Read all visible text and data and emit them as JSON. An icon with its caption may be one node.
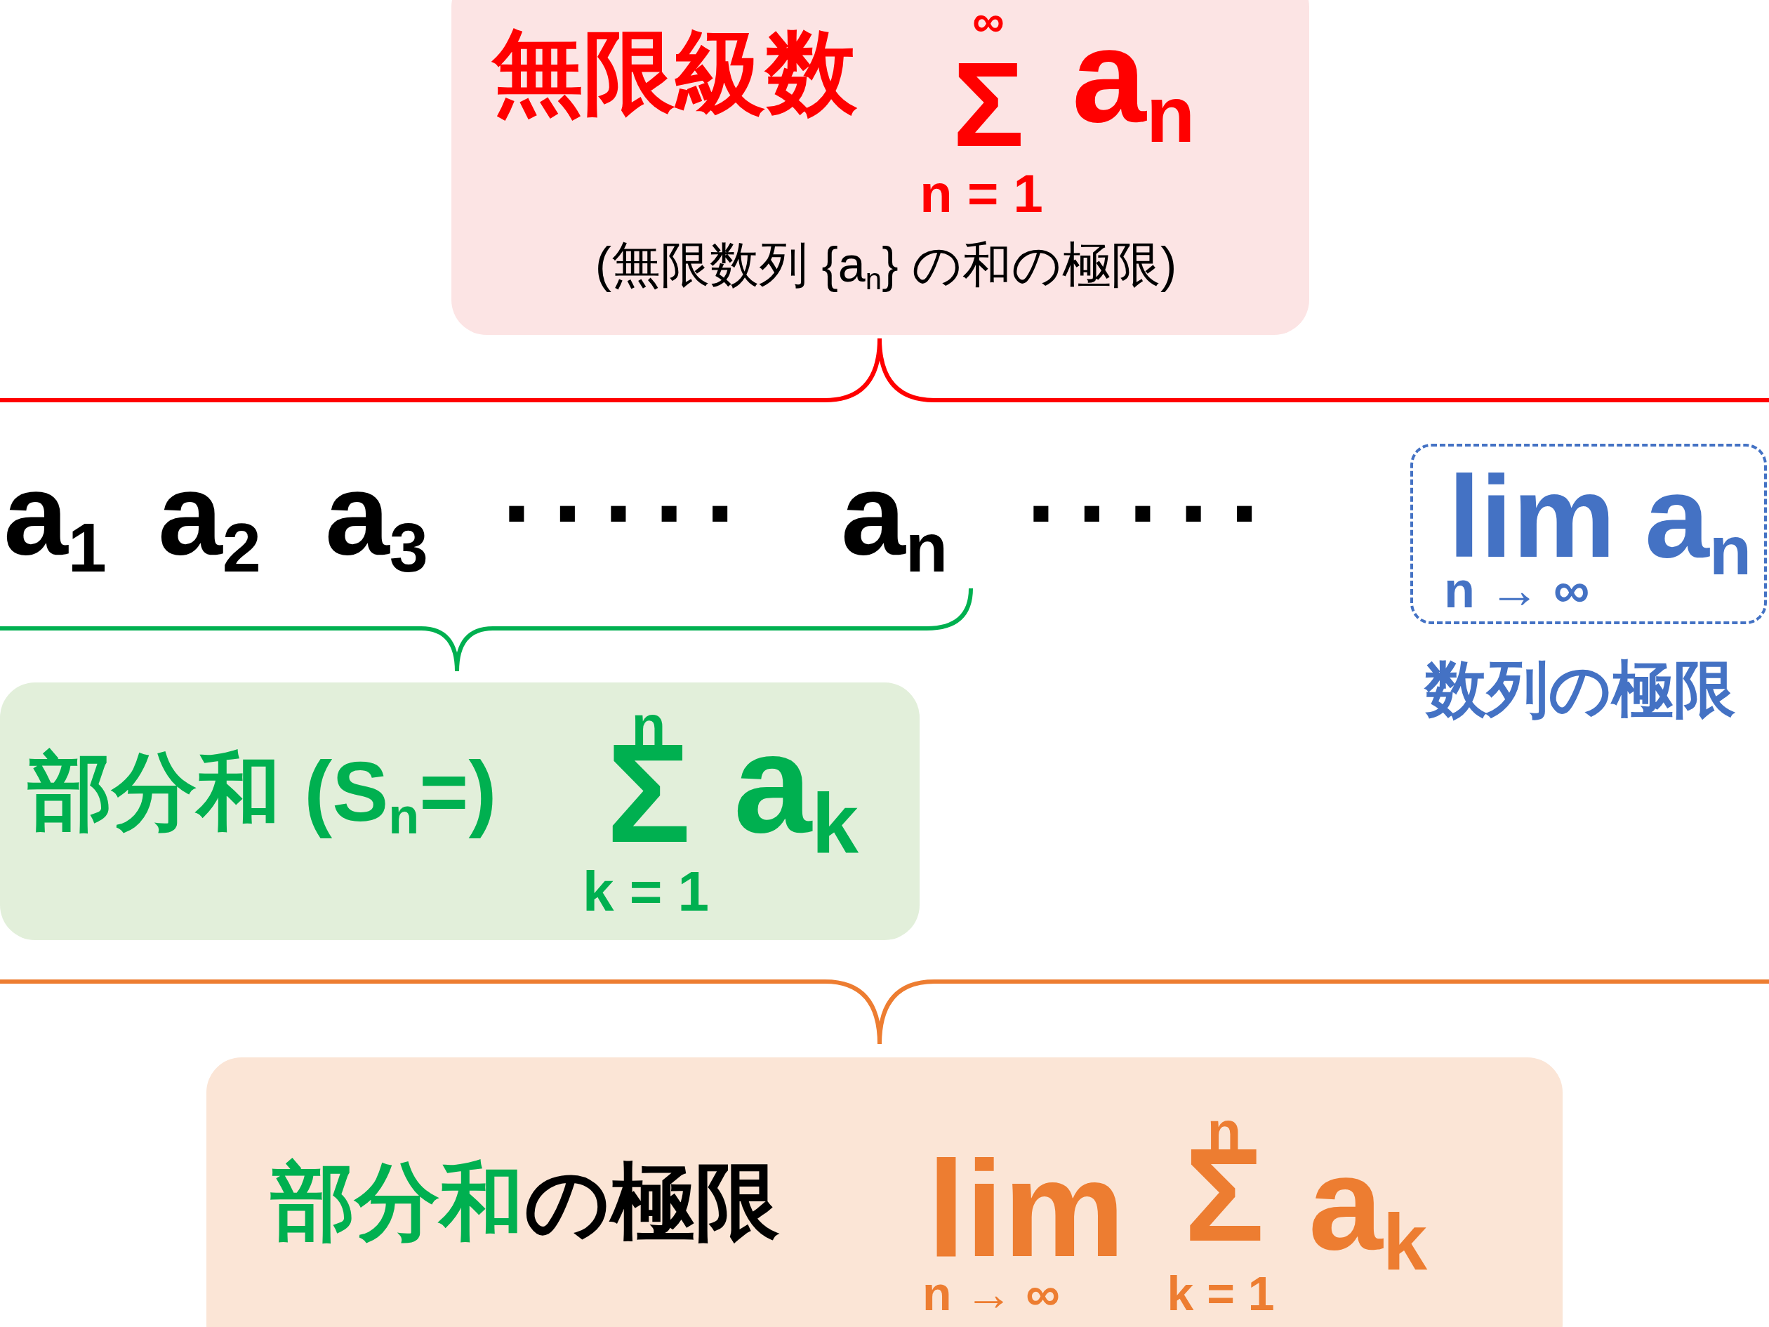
{
  "diagram": {
    "nodes": [
      {
        "text": [
          "無限級数",
          "∞",
          "Σ",
          "n = 1",
          "a$_{n}$",
          "(無限数列 {a$_{n}$} の和の極限)"
        ]
      },
      {
        "text": [
          "部分和 (S$_{n}$=)",
          "n",
          "Σ",
          "k = 1",
          "a$_{k}$"
        ]
      },
      {
        "text": [
          "lim",
          "a$_{n}$",
          "n → ∞"
        ],
        "beside": [
          "数列の極限"
        ]
      },
      {
        "text": [
          "部分和",
          "の極限",
          "lim",
          "n → ∞",
          "n",
          "Σ",
          "k = 1",
          "a$_{k}$"
        ]
      }
    ],
    "labels": [
      "a$_{1}$",
      "a$_{2}$",
      "a$_{3}$",
      "·····",
      "a$_{n}$",
      "·····"
    ]
  }
}
